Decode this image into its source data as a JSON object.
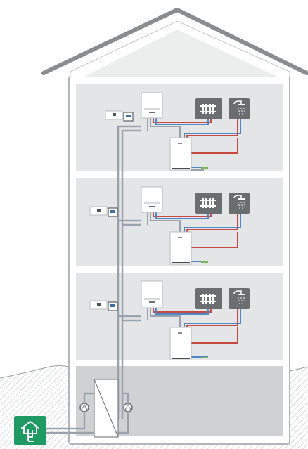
{
  "diagram": {
    "floors": [
      {
        "id": "floor-3",
        "components": [
          "gas-boiler",
          "controller",
          "hot-water-cylinder",
          "radiator",
          "shower"
        ]
      },
      {
        "id": "floor-2",
        "components": [
          "gas-boiler",
          "controller",
          "hot-water-cylinder",
          "radiator",
          "shower"
        ]
      },
      {
        "id": "floor-1",
        "components": [
          "gas-boiler",
          "controller",
          "hot-water-cylinder",
          "radiator",
          "shower"
        ]
      }
    ],
    "basement": {
      "components": [
        "buffer-storage-tank",
        "circulation-pump-left",
        "circulation-pump-right"
      ]
    },
    "outdoor": {
      "components": [
        "ground-source-heat-pump"
      ]
    },
    "icons": [
      "house-heat-pump-icon",
      "radiator-icon",
      "shower-icon",
      "pump-icon"
    ],
    "colors": {
      "flow": "#c8493f",
      "return": "#4f86c6",
      "shared_pipe": "#9aa3ad",
      "wall": "#8a8d90",
      "floor_fill": "#e4e5e6",
      "basement_fill": "#cfd1d2",
      "icon_tile": "#6b6e71",
      "heat_pump": "#1f9a63"
    }
  }
}
